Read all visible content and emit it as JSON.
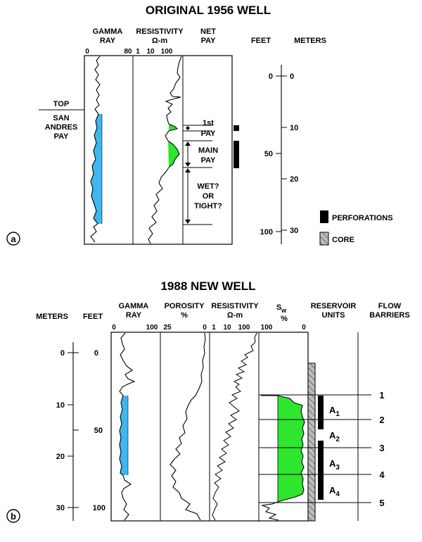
{
  "panel_a": {
    "title": "ORIGINAL 1956 WELL",
    "label": "a",
    "headers": {
      "gamma_1": "GAMMA",
      "gamma_2": "RAY",
      "res_1": "RESISTIVITY",
      "res_2": "Ω-m",
      "net_1": "NET",
      "net_2": "PAY",
      "feet": "FEET",
      "meters": "METERS"
    },
    "gamma_ticks": [
      "0",
      "80"
    ],
    "res_ticks": [
      "1",
      "10",
      "100"
    ],
    "feet_ticks": [
      "0",
      "50",
      "100"
    ],
    "meter_ticks": [
      "0",
      "10",
      "20",
      "30"
    ],
    "top_label": "TOP",
    "san_andres": [
      "SAN",
      "ANDRES",
      "PAY"
    ],
    "pay1": [
      "1st",
      "PAY"
    ],
    "main_pay": [
      "MAIN",
      "PAY"
    ],
    "wet": [
      "WET?",
      "OR",
      "TIGHT?"
    ],
    "legend": {
      "perforations": "PERFORATIONS",
      "core": "CORE"
    }
  },
  "panel_b": {
    "title": "1988 NEW WELL",
    "label": "b",
    "headers": {
      "meters": "METERS",
      "feet": "FEET",
      "gamma_1": "GAMMA",
      "gamma_2": "RAY",
      "por_1": "POROSITY",
      "por_2": "%",
      "res_1": "RESISTIVITY",
      "res_2": "Ω-m",
      "sw_main": "S",
      "sw_sub": "w",
      "sw_2": "%",
      "units_1": "RESERVOIR",
      "units_2": "UNITS",
      "flow_1": "FLOW",
      "flow_2": "BARRIERS"
    },
    "gamma_ticks": [
      "0",
      "100"
    ],
    "por_ticks": [
      "25",
      "0"
    ],
    "res_ticks": [
      "1",
      "10",
      "100"
    ],
    "sw_ticks": [
      "100",
      "0"
    ],
    "meter_ticks": [
      "0",
      "10",
      "20",
      "30"
    ],
    "feet_ticks": [
      "0",
      "50",
      "100"
    ],
    "units": [
      {
        "main": "A",
        "sub": "1"
      },
      {
        "main": "A",
        "sub": "2"
      },
      {
        "main": "A",
        "sub": "3"
      },
      {
        "main": "A",
        "sub": "4"
      }
    ],
    "barriers": [
      "1",
      "2",
      "3",
      "4",
      "5"
    ]
  },
  "colors": {
    "gamma_fill": "#3fb6f0",
    "pay_fill": "#2ee62e",
    "ink": "#000000",
    "core_fill": "#bfbfbf"
  }
}
